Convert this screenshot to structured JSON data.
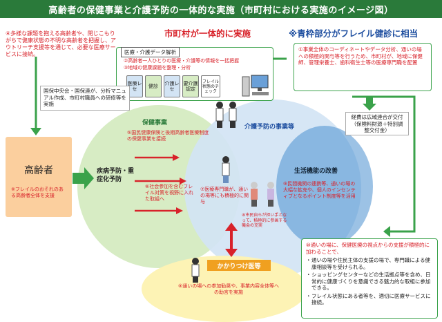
{
  "title": "高齢者の保健事業と介護予防の一体的な実施（市町村における実施のイメージ図）",
  "headers": {
    "municipal": "市町村が一体的に実施",
    "frail": "※青枠部分がフレイル健診に相当"
  },
  "note4": "④多様な課題を抱える高齢者や、閉じこもりがちで健康状態の不明な高齢者を把握し、アウトリーチ支援等を通じて、必要な医療サービスに接続。",
  "data_analysis": {
    "header": "医療・介護データ解析",
    "item2": "②高齢者一人ひとりの医療・介護等の情報を一括把握",
    "item3": "③地域の健康課題を整理・分析",
    "cards": [
      "医療レセ",
      "健診",
      "介護レセ",
      "要介護認定",
      "フレイル状態のチェック"
    ]
  },
  "support_box": "国保中央会・国保連が、分析マニュアル作成、市町村職員への研修等を実施",
  "note1": "①事業全体のコーディネートやデータ分析、通いの場への積極的関与等を行うため、市町村が、地域に保健師、管理栄養士、歯科衛生士等の医療専門職を配置",
  "funding": "経費は広域連合が交付（保険料財源＋特別調整交付金）",
  "elderly": {
    "label": "高齢者",
    "note": "※フレイルのおそれのある高齢者全体を支援"
  },
  "health": {
    "label": "保健事業",
    "item5": "⑤国民健康保険と後期高齢者医療制度の保健事業を接続",
    "disease": "疾病予防・重症化予防",
    "item6": "⑥社会参加を含むフレイル対策を視野に入れた取組へ"
  },
  "care": {
    "label": "介護予防の事業等",
    "item7": "⑦医療専門職が、通いの場等にも積極的に関与",
    "life": "生活機能の改善",
    "item9": "⑨民間機関の連携等、通いの場の大幅な拡充や、個人のインセンティブとなるポイント制度等を活用",
    "item8small": "⑧市民自らが担い手となって、積極的に参画する機会の充実"
  },
  "doctor": {
    "label": "かかりつけ医等",
    "item8": "⑧通いの場への参加勧奨や、事業内容全体等への助言を実施"
  },
  "bottom_box": {
    "item10": "⑩通いの場に、保健医療の視点からの支援が積極的に加わることで、",
    "bullets": [
      "通いの場や住民主体の支援の場で、専門職による健康相談等を受けられる。",
      "ショッピングセンターなどの生活拠点等を含め、日常的に健康づくりを意識できる魅力的な取組に参加できる。",
      "フレイル状態にある者等を、適切に医療サービスに接続。"
    ],
    "bullet_mark": "・"
  },
  "colors": {
    "title_bg": "#2a7a3a",
    "health_circle": "#d7ecc4",
    "care_circle": "#d3e4f4",
    "life_circle": "#4a8fd0",
    "doctor_circle": "#fdf3b5",
    "elderly_box": "#fbcf9e",
    "arrow_red": "#d8222a",
    "arrow_green": "#3aa24a"
  }
}
